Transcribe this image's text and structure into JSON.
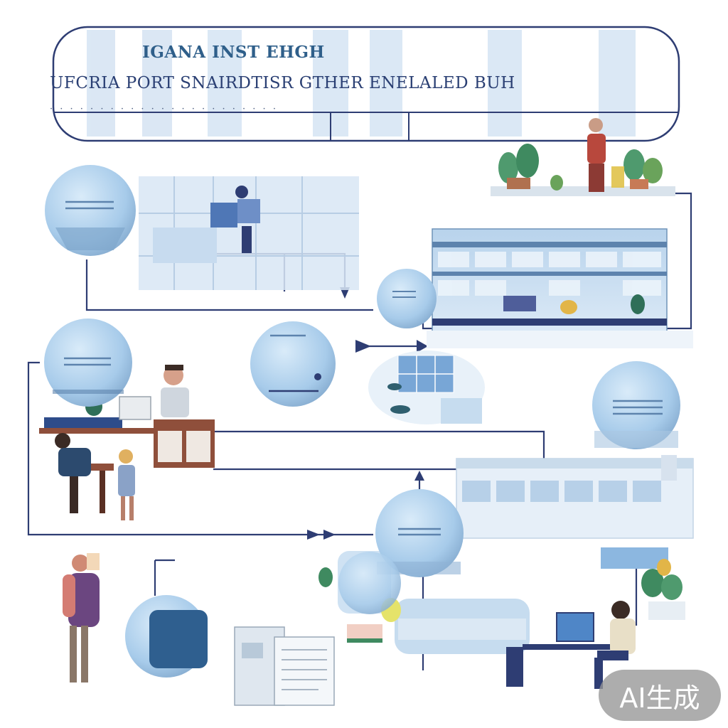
{
  "header": {
    "line_1": "IGANA INST EHGH",
    "line_2": "UFCRIA PORT SNAIRDTISR GTHER ENELALED BUH",
    "line_3": "· · · · · · · · · · · · · · · · · · · · · · ·"
  },
  "badge": {
    "text": "AI生成"
  },
  "colors": {
    "line": "#2e3d73",
    "node_fill": "#a9cdec",
    "node_highlight": "#d3e7f7",
    "node_shadow": "#7fa7cc",
    "building": "#8fb3d6",
    "building_light": "#cfe1f2",
    "desk": "#8f4f3b",
    "plant": "#4f9a6e"
  },
  "icons": [
    "arrow-head-icon",
    "plant-icon",
    "monitor-icon",
    "document-icon",
    "person-icon"
  ]
}
